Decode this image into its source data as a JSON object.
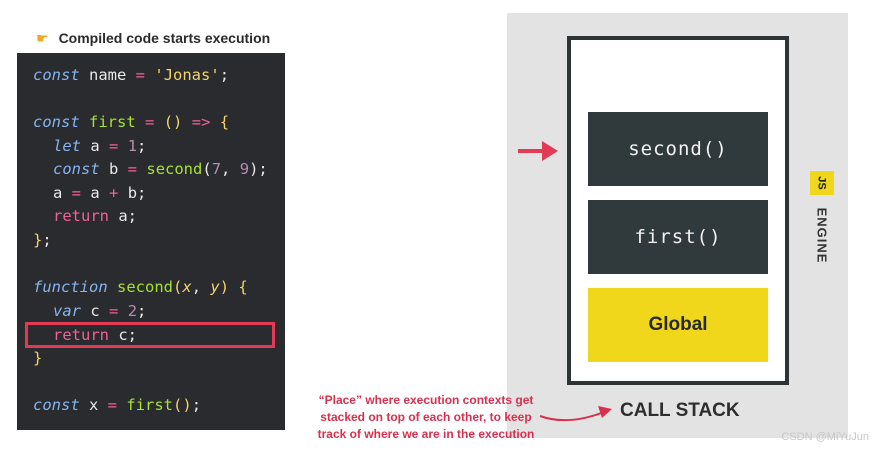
{
  "header": {
    "icon": "hand-pointing-icon",
    "title": "Compiled code starts execution"
  },
  "code": {
    "l1": {
      "a": "const",
      "b": " name ",
      "c": "=",
      "d": " ",
      "e": "'Jonas'",
      "f": ";"
    },
    "l2": {
      "a": "const",
      "b": " ",
      "c": "first",
      "d": " ",
      "e": "=",
      "f": " ",
      "g": "()",
      "h": " ",
      "i": "=>",
      "j": " ",
      "k": "{"
    },
    "l3": {
      "a": "let",
      "b": " a ",
      "c": "=",
      "d": " ",
      "e": "1",
      "f": ";"
    },
    "l4": {
      "a": "const",
      "b": " b ",
      "c": "=",
      "d": " ",
      "e": "second",
      "f": "(",
      "g": "7",
      "h": ", ",
      "i": "9",
      "j": ")",
      "k": ";"
    },
    "l5": {
      "a": "a ",
      "b": "=",
      "c": " a ",
      "d": "+",
      "e": " b;"
    },
    "l6": {
      "a": "return",
      "b": " a;"
    },
    "l7": {
      "a": "}",
      "b": ";"
    },
    "l8": {
      "a": "function",
      "b": " ",
      "c": "second",
      "d": "(",
      "e": "x",
      "f": ", ",
      "g": "y",
      "h": ")",
      "i": " ",
      "j": "{"
    },
    "l9": {
      "a": "var",
      "b": " c ",
      "c": "=",
      "d": " ",
      "e": "2",
      "f": ";"
    },
    "l10": {
      "a": "return",
      "b": " c;"
    },
    "l11": {
      "a": "}"
    },
    "l12": {
      "a": "const",
      "b": " x ",
      "c": "=",
      "d": " ",
      "e": "first",
      "f": "()",
      "g": ";"
    }
  },
  "stack": {
    "items": [
      "second()",
      "first()",
      "Global"
    ],
    "label": "CALL STACK"
  },
  "engine": {
    "badge": "JS",
    "label": "ENGINE"
  },
  "note": "“Place” where execution contexts get stacked on top of each other, to keep track of where we are in the execution",
  "watermark": "CSDN @MiYuJun",
  "colors": {
    "highlight": "#e23a55",
    "global": "#f0d71c",
    "stack_dark": "#30393b",
    "note": "#d9304e"
  }
}
